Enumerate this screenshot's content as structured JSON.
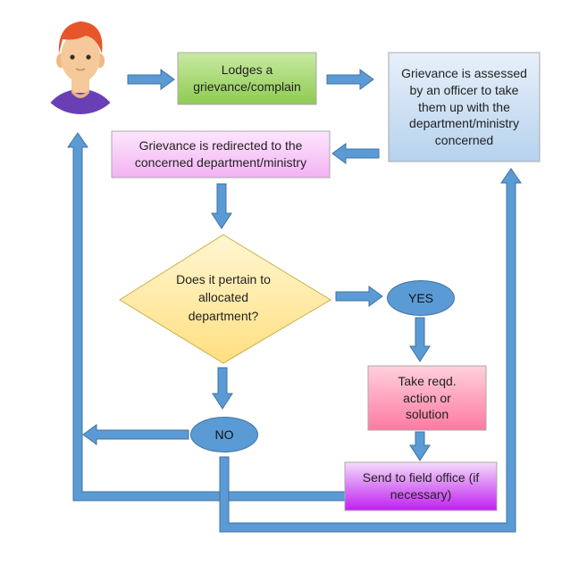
{
  "nodes": {
    "lodge": "Lodges a grievance/complain",
    "assess": "Grievance is assessed by an officer to take them up with the department/ministry concerned",
    "redirect": "Grievance is redirected to the concerned department/ministry",
    "decision": "Does it pertain to allocated department?",
    "yes": "YES",
    "no": "NO",
    "action": "Take reqd. action or solution",
    "field": "Send to field office (if necessary)"
  },
  "colors": {
    "arrow": "#5b9bd5",
    "arrow_stroke": "#41729f",
    "lodge_fill": "#92d050",
    "assess_fill": "#cfe2f3",
    "redirect_fill": "#f7c6f7",
    "decision_fill": "#ffe79a",
    "action_fill": "#ff8fb1",
    "field_fill": "#cc33ff",
    "avatar_hair": "#e8552b",
    "avatar_face": "#f5c99a",
    "avatar_shirt": "#6a3fb5"
  }
}
